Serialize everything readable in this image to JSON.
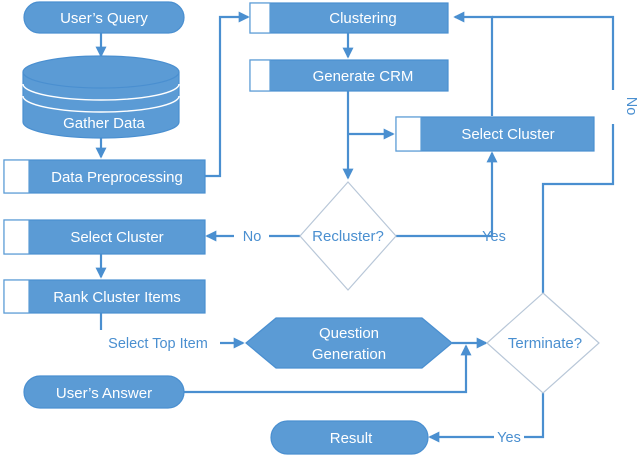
{
  "nodes": {
    "users_query": "User’s Query",
    "gather_data": "Gather Data",
    "data_preprocessing": "Data Preprocessing",
    "clustering": "Clustering",
    "generate_crm": "Generate CRM",
    "select_cluster_right": "Select Cluster",
    "recluster": "Recluster?",
    "select_cluster_left": "Select Cluster",
    "rank_cluster_items": "Rank Cluster Items",
    "question_generation_1": "Question",
    "question_generation_2": "Generation",
    "terminate": "Terminate?",
    "users_answer": "User’s Answer",
    "result": "Result"
  },
  "edge_labels": {
    "recluster_no": "No",
    "recluster_yes": "Yes",
    "terminate_no": "No",
    "terminate_yes": "Yes",
    "select_top_item": "Select Top Item"
  },
  "colors": {
    "node_fill": "#5b9bd5",
    "edge": "#4a8fd0",
    "label_text": "#4a8fd0",
    "diamond_border": "#b8c7d8"
  }
}
